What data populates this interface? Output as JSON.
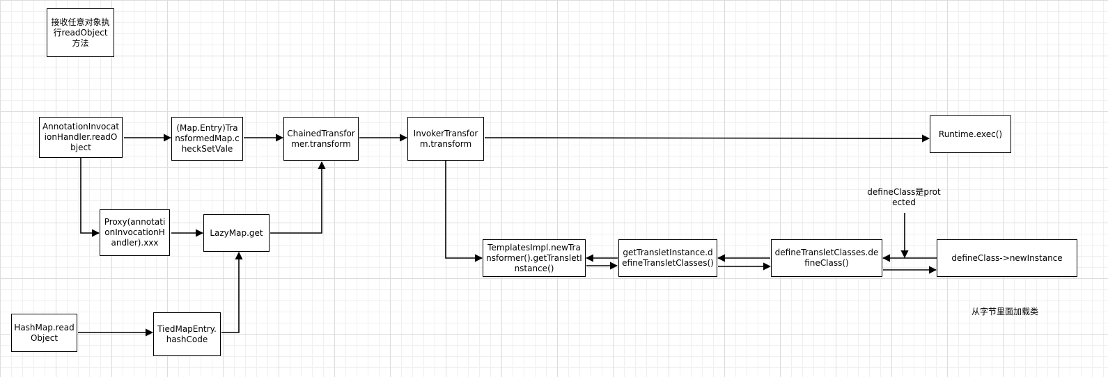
{
  "colors": {
    "stroke": "#000000",
    "fill": "#ffffff",
    "grid": "#dcdcdc"
  },
  "nodes": {
    "note": "接收任意对象执行readObject方法",
    "annotation_read": "AnnotationInvocationHandler.readObject",
    "map_entry_check": "(Map.Entry)TransformedMap.checkSetVale",
    "chained_transform": "ChainedTransformer.transform",
    "invoker_transform": "InvokerTransform.transform",
    "runtime_exec": "Runtime.exec()",
    "proxy": "Proxy(annotationInvocationHandler).xxx",
    "lazymap_get": "LazyMap.get",
    "hashmap_read": "HashMap.readObject",
    "tiedmap_hash": "TiedMapEntry.hashCode",
    "templates_new": "TemplatesImpl.newTransformer().getTransletInstance()",
    "get_translet": "getTransletInstance.defineTransletClasses()",
    "define_translet": "defineTransletClasses.defineClass()",
    "define_class": "defineClass->newInstance"
  },
  "labels": {
    "protected_note": "defineClass是protected",
    "bytes_note": "从字节里面加载类"
  }
}
